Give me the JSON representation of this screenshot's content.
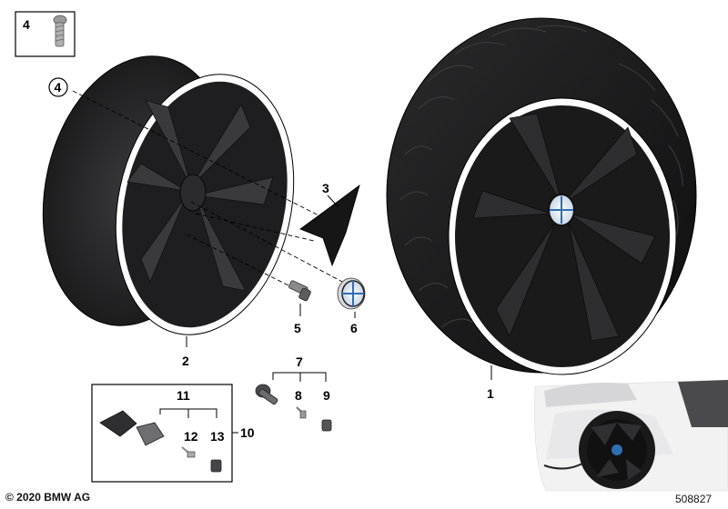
{
  "callouts": {
    "c1": "1",
    "c2": "2",
    "c3": "3",
    "c4": "4",
    "c4_circled": "4",
    "c5": "5",
    "c6": "6",
    "c7": "7",
    "c8": "8",
    "c9": "9",
    "c10": "10",
    "c11": "11",
    "c12": "12",
    "c13": "13"
  },
  "footer": {
    "copyright": "© 2020 BMW AG",
    "image_number": "508827"
  },
  "colors": {
    "rim_dark": "#2a2a2c",
    "tire": "#1b1b1c",
    "line": "#000000",
    "car_body": "#f2f2f2",
    "emblem_blue": "#2f6fb4"
  }
}
